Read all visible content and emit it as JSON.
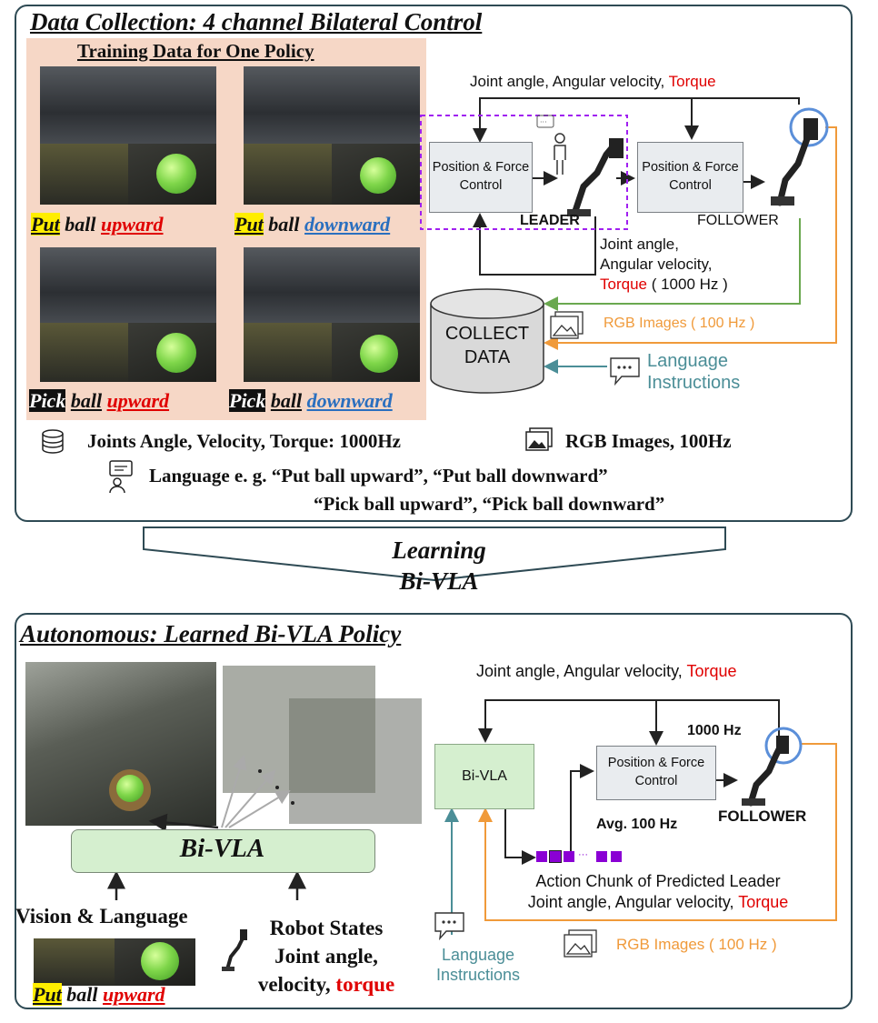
{
  "top_panel": {
    "title": "Data Collection: 4 channel Bilateral Control",
    "training_header": "Training Data for One Policy",
    "captions": [
      {
        "verb": "Put",
        "obj": "ball",
        "dir": "upward"
      },
      {
        "verb": "Put",
        "obj": "ball",
        "dir": "downward"
      },
      {
        "verb": "Pick",
        "obj": "ball",
        "dir": "upward"
      },
      {
        "verb": "Pick",
        "obj": "ball",
        "dir": "downward"
      }
    ],
    "feedback_label_plain": "Joint angle, Angular velocity, ",
    "feedback_label_torque": "Torque",
    "leader_box": "Position & Force Control",
    "follower_box": "Position & Force Control",
    "leader_label": "LEADER",
    "follower_label": "FOLLOWER",
    "joint_line1": "Joint angle,",
    "joint_line2": "Angular velocity,",
    "joint_torque": "Torque",
    "joint_rate": "( 1000 Hz )",
    "db_line1": "COLLECT",
    "db_line2": "DATA",
    "rgb_label": "RGB Images ( 100 Hz )",
    "lang_line1": "Language",
    "lang_line2": "Instructions",
    "legend_joints": "Joints  Angle, Velocity, Torque:  1000Hz",
    "legend_rgb": "RGB Images, 100Hz",
    "legend_lang_1": "Language  e. g.   “Put ball upward”, “Put ball downward”",
    "legend_lang_2": "“Pick ball upward”, “Pick ball downward”"
  },
  "arrow_text": {
    "line1": "Learning",
    "line2": "Bi-VLA"
  },
  "bottom_panel": {
    "title": "Autonomous:  Learned Bi-VLA Policy",
    "bivla_big": "Bi-VLA",
    "vision_lang": "Vision & Language",
    "robot_states_1": "Robot States",
    "robot_states_2": "Joint angle,",
    "robot_states_3_plain": "velocity, ",
    "robot_states_3_torque": "torque",
    "caption": {
      "verb": "Put",
      "obj": "ball",
      "dir": "upward"
    },
    "feedback_label_plain": "Joint angle, Angular velocity, ",
    "feedback_label_torque": "Torque",
    "bivla_box": "Bi-VLA",
    "control_box": "Position & Force Control",
    "rate_1000": "1000 Hz",
    "rate_avg": "Avg. 100 Hz",
    "follower_label": "FOLLOWER",
    "chunk_line1": "Action Chunk of Predicted Leader",
    "chunk_line2_plain": "Joint angle,  Angular velocity, ",
    "chunk_line2_torque": "Torque",
    "rgb_label": "RGB Images ( 100 Hz )",
    "lang_line1": "Language",
    "lang_line2": "Instructions"
  },
  "colors": {
    "torque": "#e00000",
    "downward": "#2a6fbf",
    "rgb_line": "#f09a3a",
    "data_line": "#6aa84f",
    "lang_line": "#4b8e97",
    "leader_dash": "#a020f0",
    "chunk": "#8a00d4",
    "bivla_fill": "#d5efcf",
    "highlight": "#ffee00",
    "training_bg": "#f6d7c6"
  }
}
